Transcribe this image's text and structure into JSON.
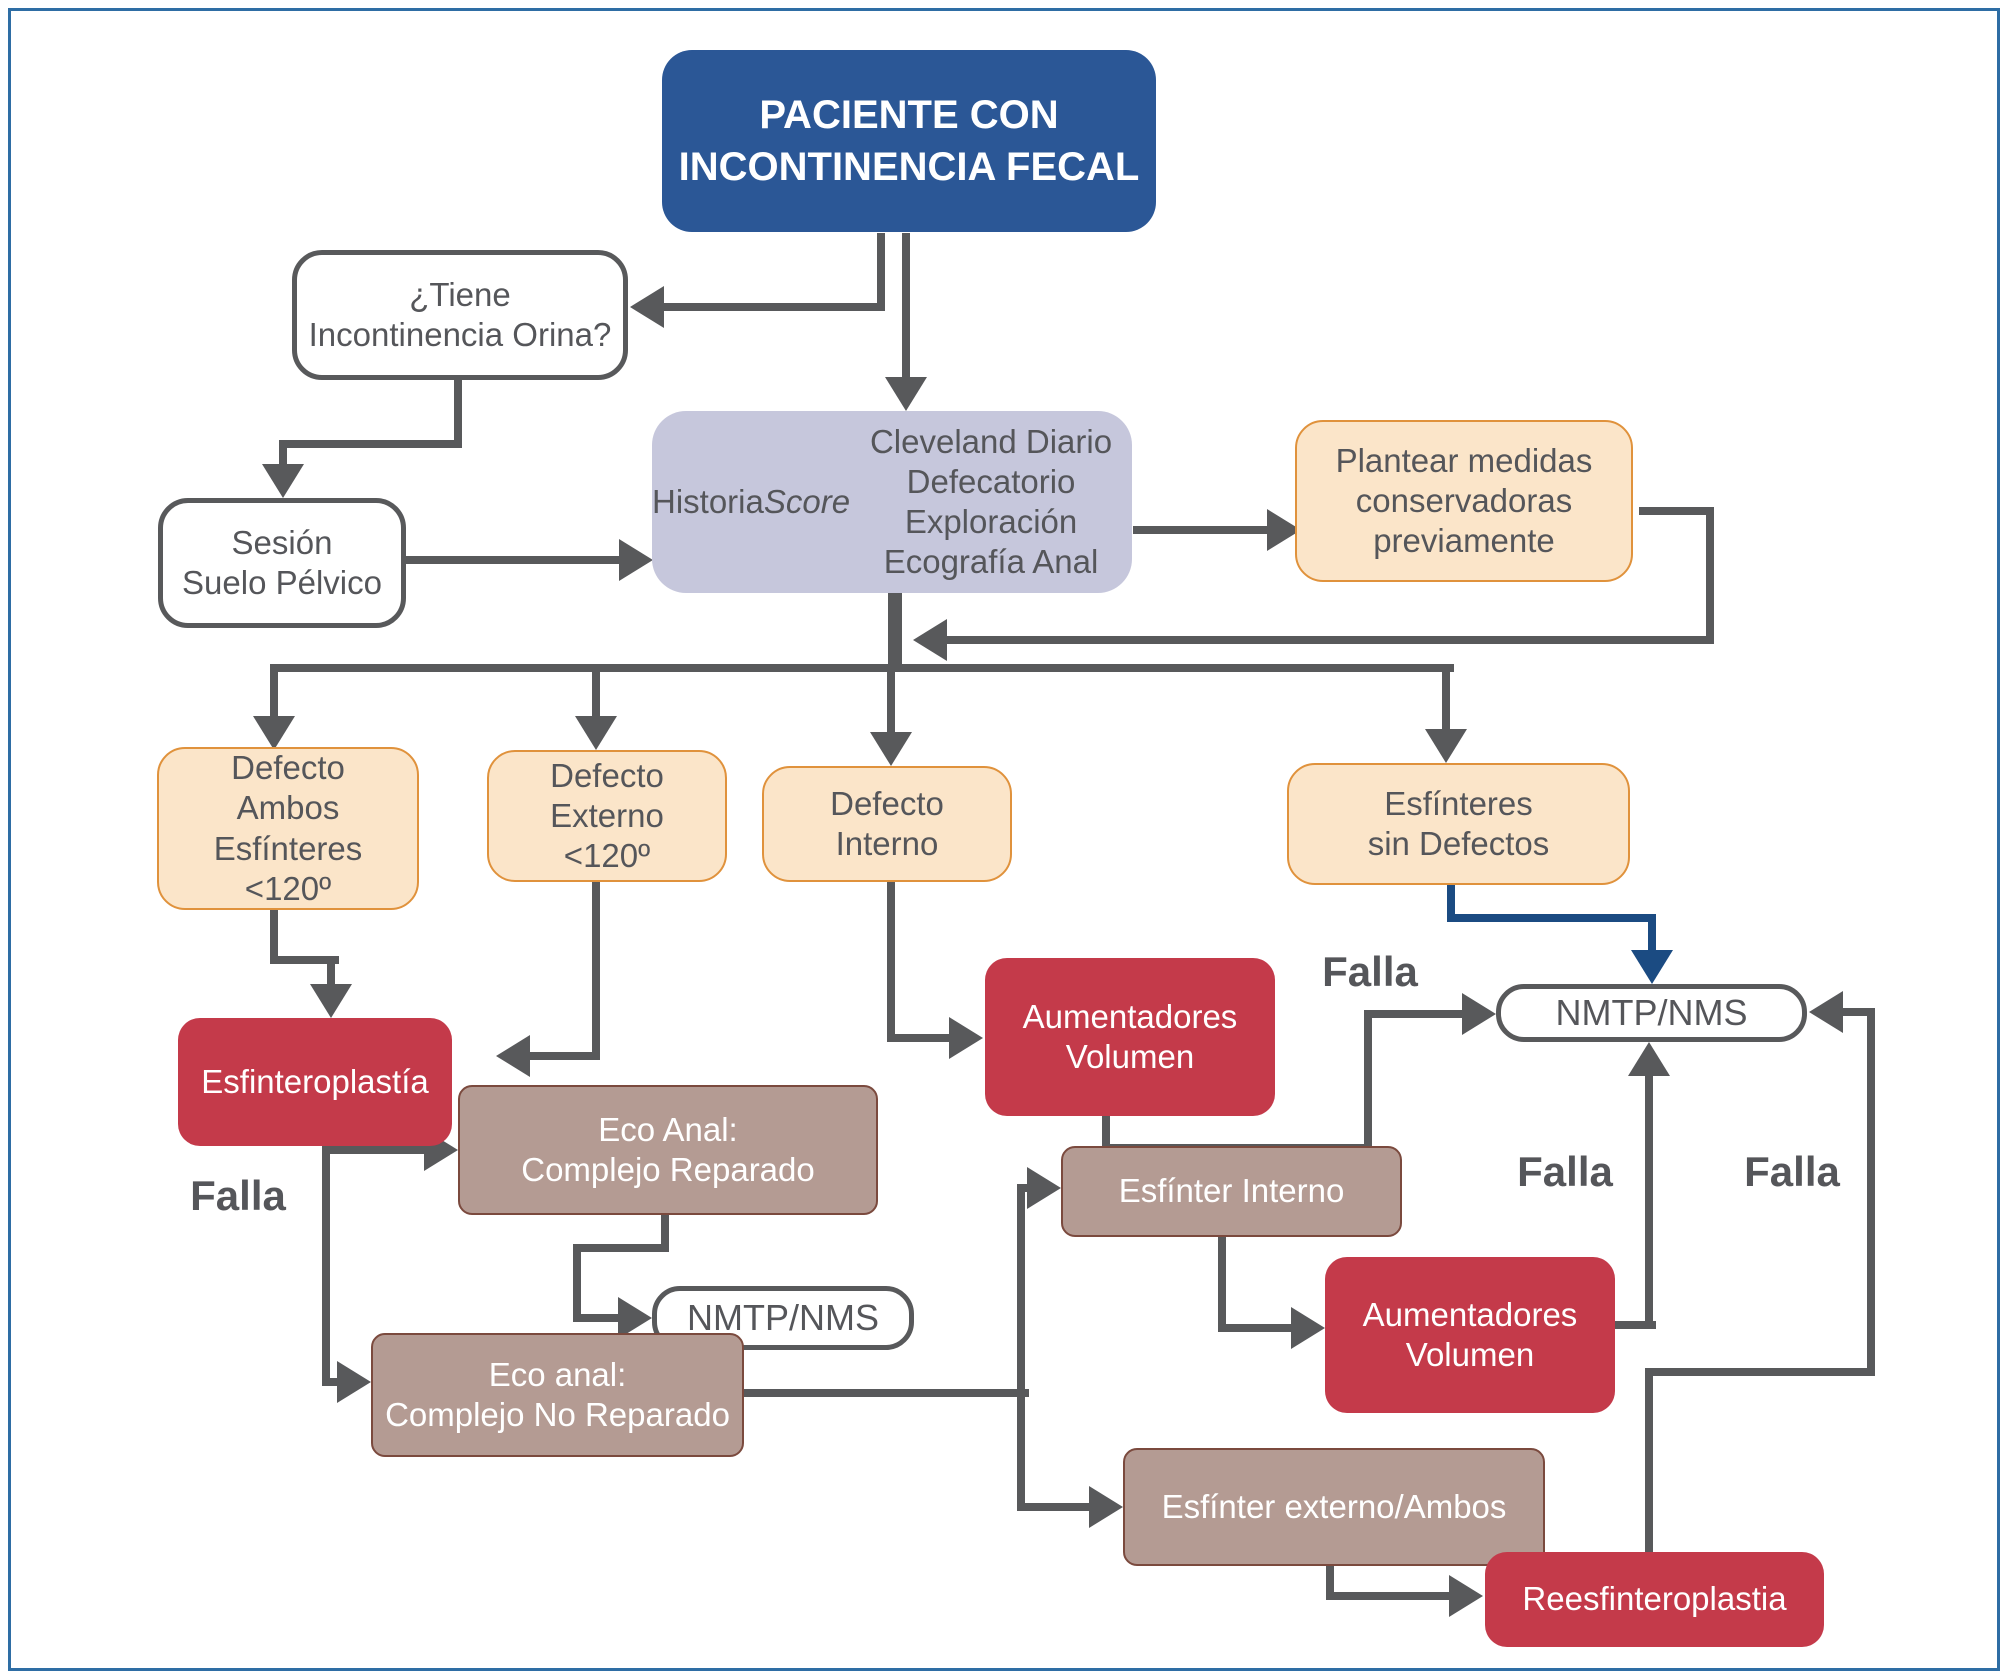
{
  "colors": {
    "primary_blue": "#2b5796",
    "lavender": "#c6c7dc",
    "cream_fill": "#fbe5c9",
    "cream_border": "#e0923c",
    "red": "#c43a4a",
    "mauve_fill": "#b49b93",
    "mauve_border": "#7b4a3e",
    "connector_gray": "#58595b",
    "arrow_blue": "#1b4b82",
    "outer_border": "#2e6da4"
  },
  "nodes": {
    "paciente": {
      "label": "PACIENTE CON\nINCONTINENCIA FECAL",
      "kind": "primary"
    },
    "tiene-incontinencia-orina": {
      "label": "¿Tiene\nIncontinencia Orina?",
      "kind": "outline"
    },
    "sesion-suelo-pelvico": {
      "label": "Sesión\nSuelo Pélvico",
      "kind": "outline"
    },
    "historia-score": {
      "label": "Historia Score Cleveland Diario\nDefecatorio Exploración\nEcografía Anal",
      "kind": "lavender",
      "italic": "Score"
    },
    "plantear-medidas": {
      "label": "Plantear medidas\nconservadoras\npreviamente",
      "kind": "cream"
    },
    "defecto-ambos": {
      "label": "Defecto\nAmbos Esfínteres\n<120º",
      "kind": "cream"
    },
    "defecto-externo": {
      "label": "Defecto Externo\n<120º",
      "kind": "cream"
    },
    "defecto-interno": {
      "label": "Defecto\nInterno",
      "kind": "cream"
    },
    "esfinteres-sin-defectos": {
      "label": "Esfínteres\nsin Defectos",
      "kind": "cream"
    },
    "esfinteroplastia": {
      "label": "Esfinteroplastía",
      "kind": "red"
    },
    "aumentadores-volumen-1": {
      "label": "Aumentadores\nVolumen",
      "kind": "red"
    },
    "nmtp-nms-1": {
      "label": "NMTP/NMS",
      "kind": "pill"
    },
    "eco-anal-reparado": {
      "label": "Eco Anal:\nComplejo Reparado",
      "kind": "mauve"
    },
    "nmtp-nms-2": {
      "label": "NMTP/NMS",
      "kind": "pill"
    },
    "eco-anal-no-reparado": {
      "label": "Eco anal:\nComplejo No Reparado",
      "kind": "mauve"
    },
    "esfinter-interno": {
      "label": "Esfínter Interno",
      "kind": "mauve"
    },
    "aumentadores-volumen-2": {
      "label": "Aumentadores\nVolumen",
      "kind": "red"
    },
    "esfinter-externo-ambos": {
      "label": "Esfínter externo/Ambos",
      "kind": "mauve"
    },
    "reesfinteroplastia": {
      "label": "Reesfinteroplastia",
      "kind": "red"
    }
  },
  "edge_labels": [
    {
      "text": "Falla"
    },
    {
      "text": "Falla"
    },
    {
      "text": "Falla"
    },
    {
      "text": "Falla"
    }
  ]
}
